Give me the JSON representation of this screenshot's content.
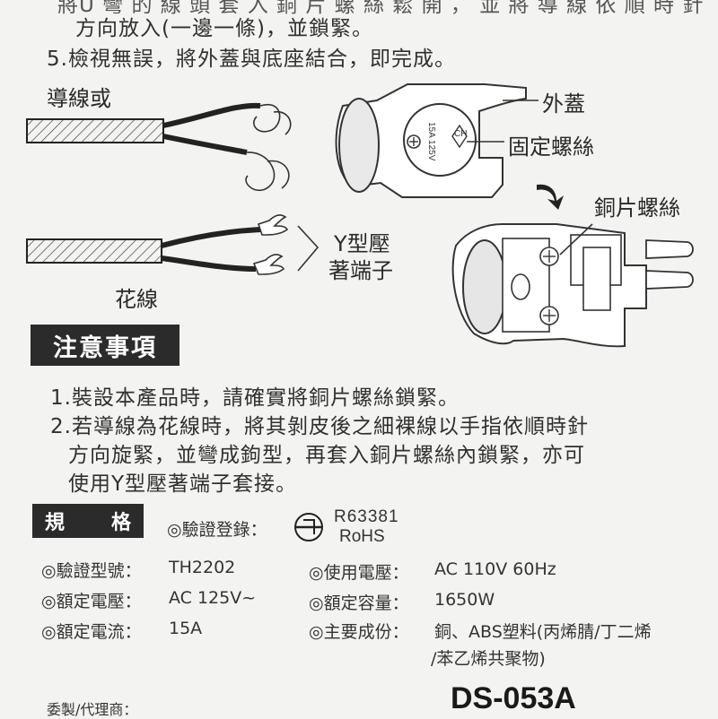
{
  "instructions": {
    "step4_line1_partial": "將U 彎 的 線 頭 套 入 銅 片 螺 絲 鬆 開 ， 並 將 導 線 依 順 時 針",
    "step4_line2": "方向放入(一邊一條)，並鎖緊。",
    "step5": "5.檢視無誤，將外蓋與底座結合，即完成。"
  },
  "diagram": {
    "wire_label": "導線或",
    "flex_label": "花線",
    "y_terminal_label_1": "Y型壓",
    "y_terminal_label_2": "著端子",
    "cover_label": "外蓋",
    "screw_label": "固定螺絲",
    "copper_screw_label": "銅片螺絲",
    "plug_text_rating": "15A 125V",
    "plug_text_mark": "CH"
  },
  "notes": {
    "heading": "注意事項",
    "items": [
      "1.裝設本產品時，請確實將銅片螺絲鎖緊。",
      "2.若導線為花線時，將其剝皮後之細裸線以手指依順時針",
      "方向旋緊，並彎成鉤型，再套入銅片螺絲內鎖緊，亦可",
      "使用Y型壓著端子套接。"
    ]
  },
  "specs": {
    "heading_left": "規",
    "heading_right": "格",
    "cert_label": "◎驗證登錄：",
    "cert_code": "R63381",
    "rohs": "RoHS",
    "model_label": "◎驗證型號：",
    "model_value": "TH2202",
    "voltage_label": "◎額定電壓：",
    "voltage_value": "AC 125V~",
    "current_label": "◎額定電流：",
    "current_value": "15A",
    "use_voltage_label": "◎使用電壓：",
    "use_voltage_value": "AC 110V 60Hz",
    "capacity_label": "◎額定容量：",
    "capacity_value": "1650W",
    "material_label": "◎主要成份：",
    "material_value_1": "銅、ABS塑料(丙烯腈/丁二烯",
    "material_value_2": "/苯乙烯共聚物)"
  },
  "footer": {
    "agent_label": "委製/代理商：",
    "model_code": "DS-053A"
  }
}
